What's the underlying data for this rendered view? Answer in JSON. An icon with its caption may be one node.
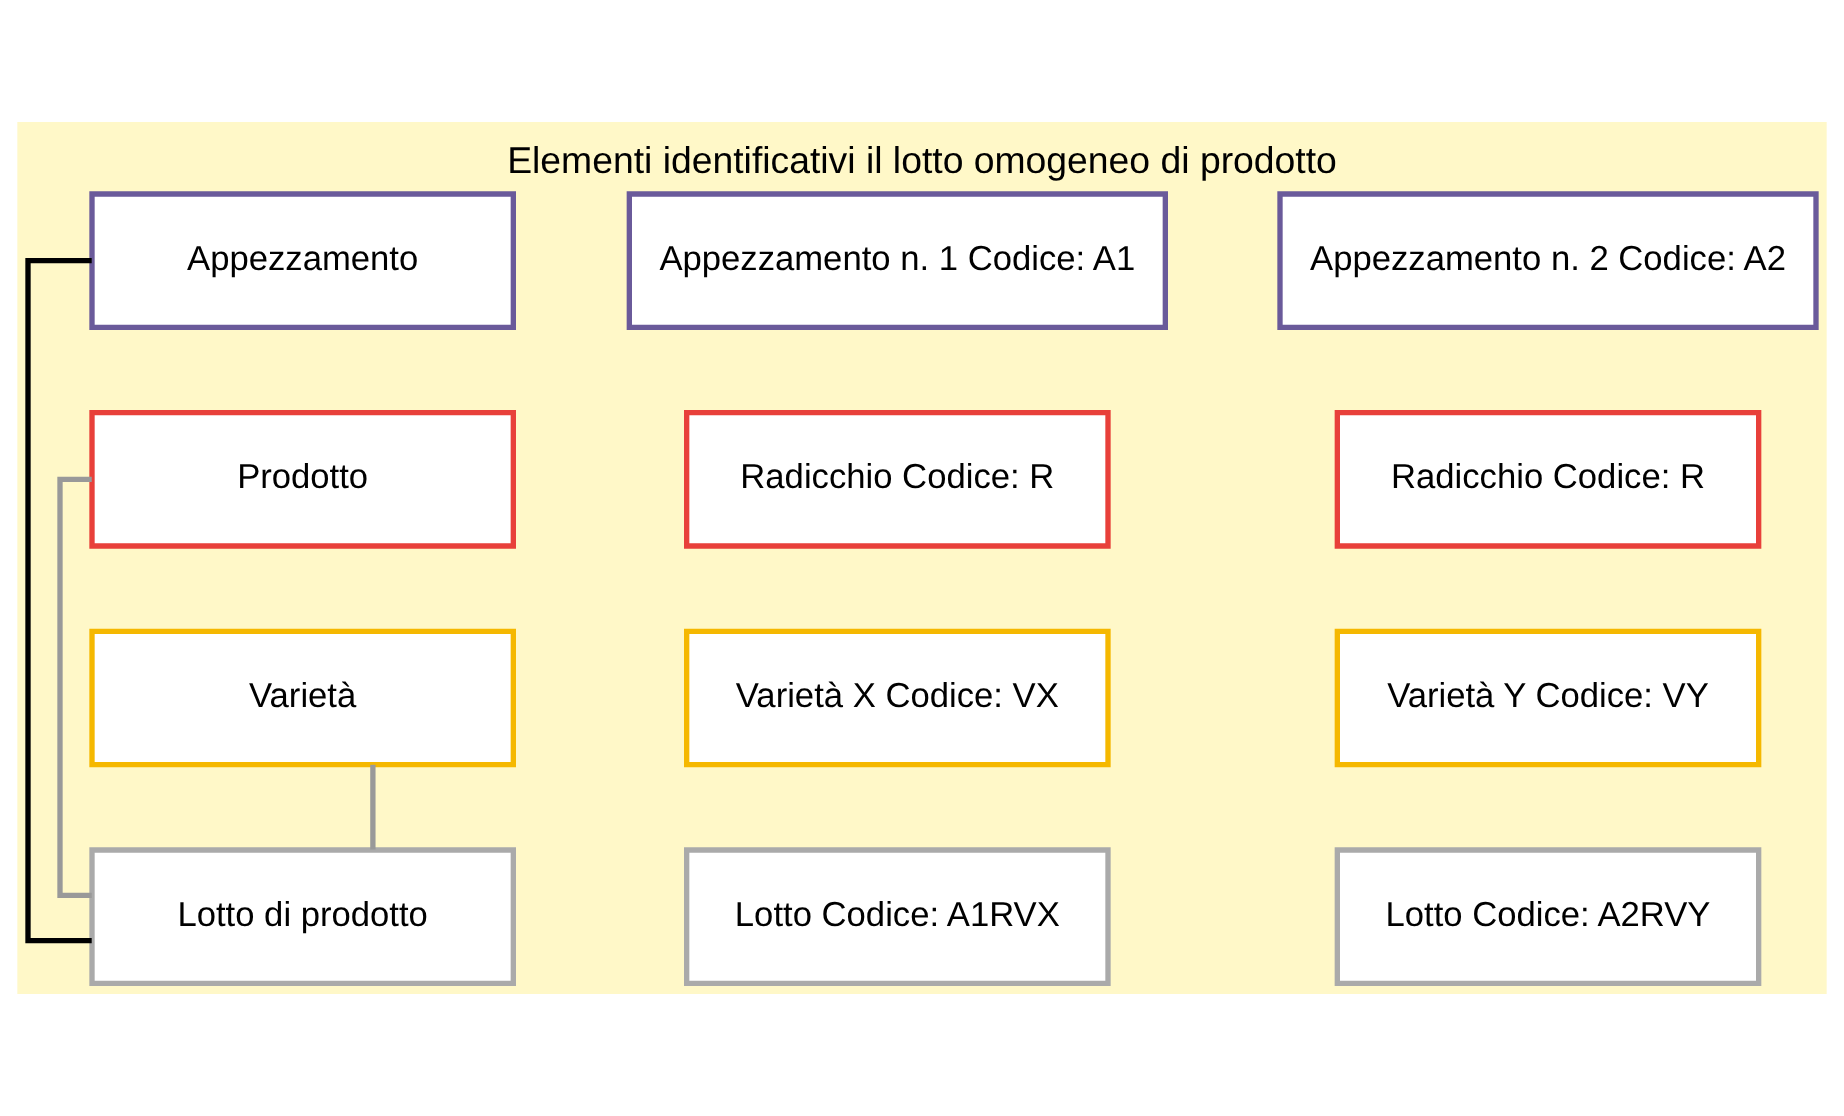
{
  "diagram": {
    "title": "Elementi identificativi il lotto omogeneo di prodotto",
    "nodes": [
      {
        "text": [
          "Appezzamento"
        ]
      },
      {
        "text": [
          "Appezzamento n. 1 Codice: A1"
        ]
      },
      {
        "text": [
          "Appezzamento n. 2 Codice: A2"
        ]
      },
      {
        "text": [
          "Prodotto"
        ]
      },
      {
        "text": [
          "Radicchio Codice: R"
        ]
      },
      {
        "text": [
          "Radicchio Codice: R"
        ]
      },
      {
        "text": [
          "Varietà"
        ]
      },
      {
        "text": [
          "Varietà X Codice: VX"
        ]
      },
      {
        "text": [
          "Varietà Y Codice: VY"
        ]
      },
      {
        "text": [
          "Lotto di prodotto"
        ]
      },
      {
        "text": [
          "Lotto Codice: A1RVX"
        ]
      },
      {
        "text": [
          "Lotto Codice: A2RVY"
        ]
      }
    ],
    "edges": [
      {
        "from": 0,
        "to": 9,
        "arrow": "none",
        "color": "#000000"
      },
      {
        "from": 3,
        "to": 9,
        "arrow": "none"
      },
      {
        "from": 6,
        "to": 9,
        "arrow": "none"
      }
    ]
  }
}
